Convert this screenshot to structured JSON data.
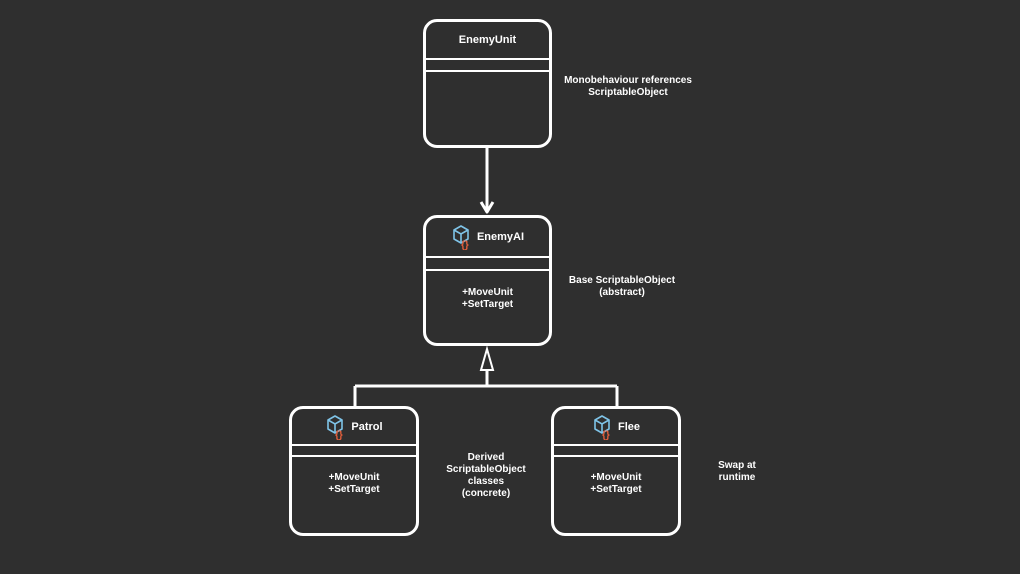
{
  "colors": {
    "background": "#2f2f2f",
    "stroke": "#ffffff",
    "icon_cube": "#7fc4e8",
    "icon_braces": "#e8603c"
  },
  "classes": {
    "enemy_unit": {
      "name": "EnemyUnit",
      "members": []
    },
    "enemy_ai": {
      "name": "EnemyAI",
      "icon": "scriptable-object-icon",
      "members": [
        "+MoveUnit",
        "+SetTarget"
      ]
    },
    "patrol": {
      "name": "Patrol",
      "icon": "scriptable-object-icon",
      "members": [
        "+MoveUnit",
        "+SetTarget"
      ]
    },
    "flee": {
      "name": "Flee",
      "icon": "scriptable-object-icon",
      "members": [
        "+MoveUnit",
        "+SetTarget"
      ]
    }
  },
  "notes": {
    "references": [
      "Monobehaviour references",
      "ScriptableObject"
    ],
    "base": [
      "Base ScriptableObject",
      "(abstract)"
    ],
    "derived": [
      "Derived",
      "ScriptableObject",
      "classes",
      "(concrete)"
    ],
    "swap": [
      "Swap at",
      "runtime"
    ]
  }
}
